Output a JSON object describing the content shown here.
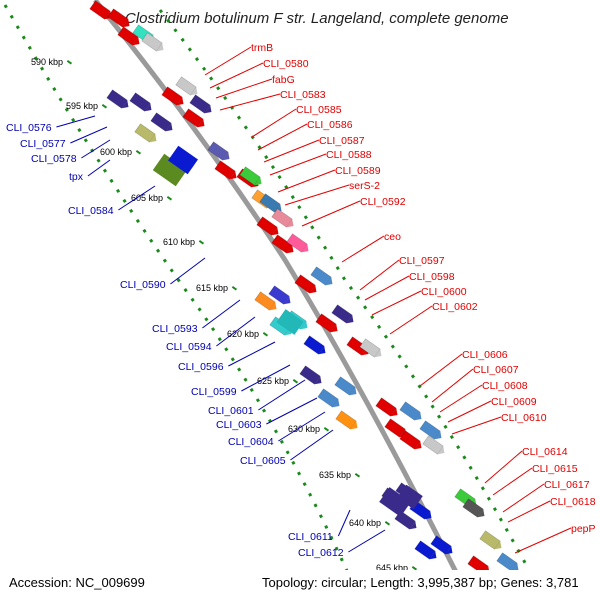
{
  "title": "Clostridium botulinum F str. Langeland, complete genome",
  "footer": {
    "accession": "Accession: NC_009699",
    "topology": "Topology: circular; Length: 3,995,387 bp; Genes: 3,781"
  },
  "colors": {
    "forward_label": "#e00000",
    "reverse_label": "#0000b0",
    "backbone": "#9a9a9a",
    "tick_track": "#1a8a1a"
  },
  "kbp_ticks": [
    "590 kbp",
    "595 kbp",
    "600 kbp",
    "605 kbp",
    "610 kbp",
    "615 kbp",
    "620 kbp",
    "625 kbp",
    "630 kbp",
    "635 kbp",
    "640 kbp",
    "645 kbp"
  ],
  "reverse_genes": [
    "CLI_0576",
    "CLI_0577",
    "CLI_0578",
    "tpx",
    "CLI_0584",
    "CLI_0590",
    "CLI_0593",
    "CLI_0594",
    "CLI_0596",
    "CLI_0599",
    "CLI_0601",
    "CLI_0603",
    "CLI_0604",
    "CLI_0605",
    "CLI_0611",
    "CLI_0612"
  ],
  "forward_genes": [
    "trmB",
    "CLI_0580",
    "fabG",
    "CLI_0583",
    "CLI_0585",
    "CLI_0586",
    "CLI_0587",
    "CLI_0588",
    "CLI_0589",
    "serS-2",
    "CLI_0592",
    "ceo",
    "CLI_0597",
    "CLI_0598",
    "CLI_0600",
    "CLI_0602",
    "CLI_0606",
    "CLI_0607",
    "CLI_0608",
    "CLI_0609",
    "CLI_0610",
    "CLI_0614",
    "CLI_0615",
    "CLI_0617",
    "CLI_0618",
    "pepP"
  ]
}
